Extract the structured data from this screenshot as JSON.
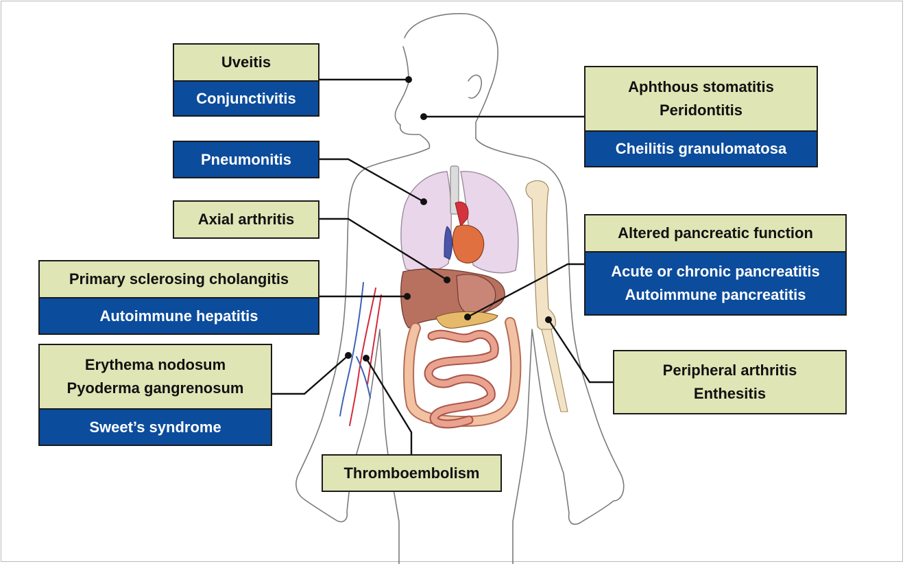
{
  "colors": {
    "label_light": "#dfe5b5",
    "label_dark": "#0c4c9c",
    "lungs": "#e9d6ea",
    "liver": "#b8705f",
    "intestine": "#e9a38e",
    "bone": "#f3e3c6",
    "vein_red": "#d4293a",
    "vein_blue": "#3d63b4"
  },
  "labels": {
    "eye": {
      "light": [
        "Uveitis"
      ],
      "dark": [
        "Conjunctivitis"
      ]
    },
    "mouth": {
      "light": [
        "Aphthous stomatitis",
        "Peridontitis"
      ],
      "dark": [
        "Cheilitis granulomatosa"
      ]
    },
    "lung": {
      "dark": [
        "Pneumonitis"
      ]
    },
    "spine": {
      "light": [
        "Axial arthritis"
      ]
    },
    "liver": {
      "light": [
        "Primary sclerosing cholangitis"
      ],
      "dark": [
        "Autoimmune hepatitis"
      ]
    },
    "pancreas": {
      "light": [
        "Altered pancreatic function"
      ],
      "dark": [
        "Acute or chronic pancreatitis",
        "Autoimmune pancreatitis"
      ]
    },
    "skin": {
      "light": [
        "Erythema nodosum",
        "Pyoderma gangrenosum"
      ],
      "dark": [
        "Sweet’s syndrome"
      ]
    },
    "joints": {
      "light": [
        "Peripheral arthritis",
        "Enthesitis"
      ]
    },
    "veins": {
      "light": [
        "Thromboembolism"
      ]
    }
  }
}
